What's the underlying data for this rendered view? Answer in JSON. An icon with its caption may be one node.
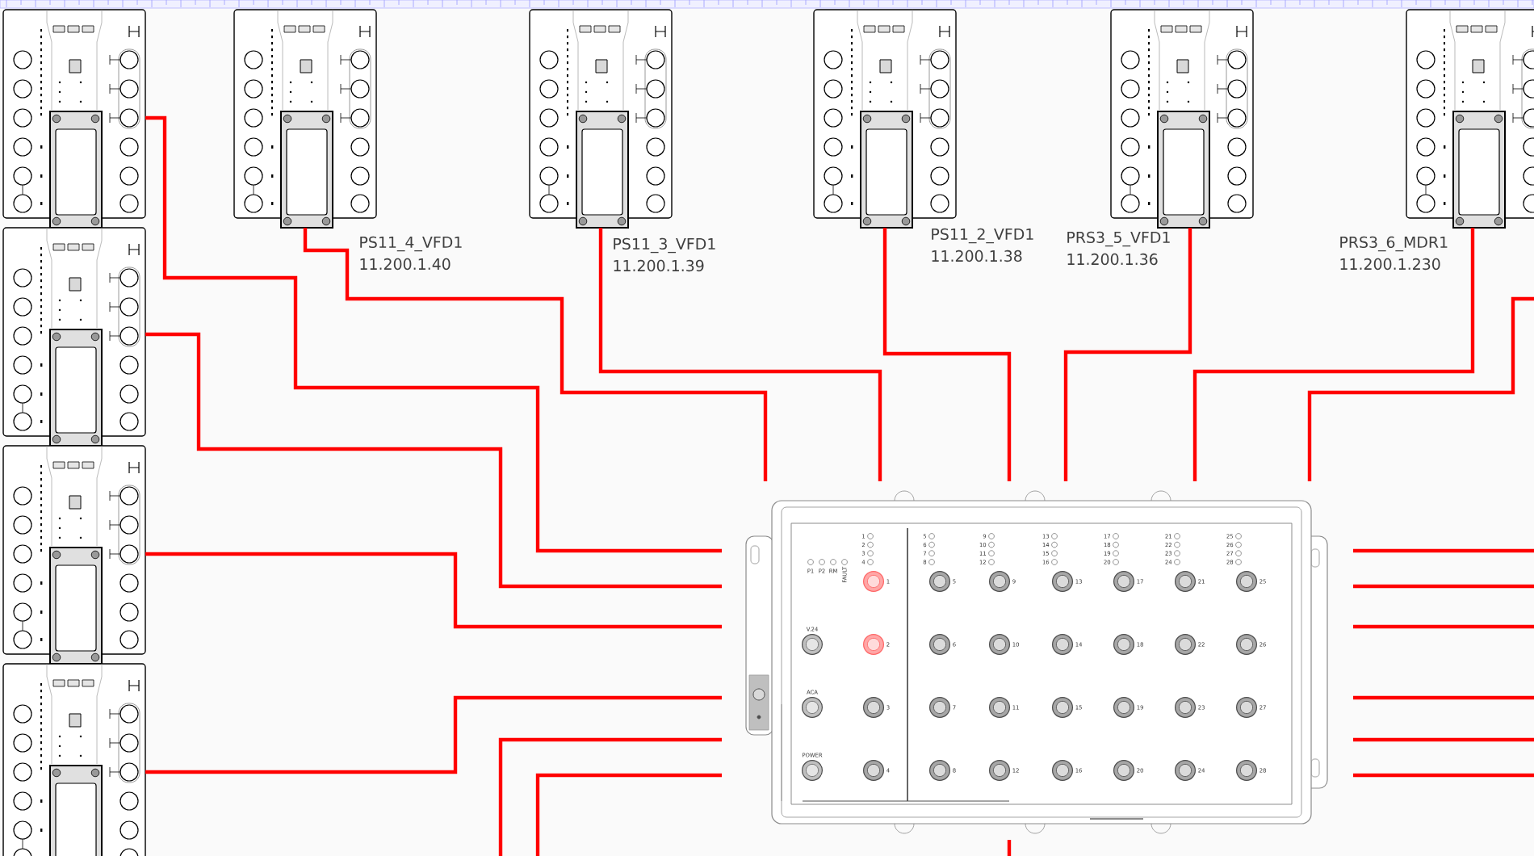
{
  "diagram": {
    "nodes": [
      {
        "text": [],
        "shape": "picture"
      },
      {
        "text": [],
        "shape": "picture",
        "beside": [
          "PS11_4_VFD1",
          "11.200.1.40"
        ]
      },
      {
        "text": [],
        "shape": "picture",
        "beside": [
          "PS11_3_VFD1",
          "11.200.1.39"
        ]
      },
      {
        "text": [],
        "shape": "picture",
        "beside": [
          "PS11_2_VFD1",
          "11.200.1.38"
        ]
      },
      {
        "text": [],
        "shape": "picture",
        "beside": [
          "PRS3_5_VFD1",
          "11.200.1.36"
        ]
      },
      {
        "text": [],
        "shape": "picture",
        "beside": [
          "PRS3_6_MDR1",
          "11.200.1.230"
        ]
      },
      {
        "text": [],
        "shape": "picture"
      },
      {
        "text": [],
        "shape": "picture"
      },
      {
        "text": [],
        "shape": "picture"
      },
      {
        "text": [],
        "shape": "picture"
      }
    ],
    "edges": [
      {
        "from": 1,
        "to": 9,
        "arrow": "none"
      },
      {
        "from": 2,
        "to": 9,
        "arrow": "none"
      },
      {
        "from": 3,
        "to": 9,
        "arrow": "none"
      },
      {
        "from": 4,
        "to": 9,
        "arrow": "none"
      },
      {
        "from": 5,
        "to": 9,
        "arrow": "none"
      },
      {
        "from": null,
        "to": 9,
        "arrow": "none"
      },
      {
        "from": 0,
        "to": 9,
        "arrow": "none"
      },
      {
        "from": 6,
        "to": 9,
        "arrow": "none"
      },
      {
        "from": 7,
        "to": 9,
        "arrow": "none"
      },
      {
        "from": 8,
        "to": 9,
        "arrow": "none"
      },
      {
        "from": null,
        "to": 9,
        "arrow": "none"
      },
      {
        "from": null,
        "to": 9,
        "arrow": "none"
      },
      {
        "from": 9,
        "to": null,
        "arrow": "none"
      },
      {
        "from": 9,
        "to": null,
        "arrow": "none"
      },
      {
        "from": 9,
        "to": null,
        "arrow": "none"
      },
      {
        "from": 9,
        "to": null,
        "arrow": "none"
      },
      {
        "from": 9,
        "to": null,
        "arrow": "none"
      },
      {
        "from": 9,
        "to": null,
        "arrow": "none"
      },
      {
        "from": 9,
        "to": null,
        "arrow": "none"
      }
    ],
    "labels": [
      "1",
      "2",
      "3",
      "4",
      "5",
      "6",
      "7",
      "8",
      "9",
      "10",
      "11",
      "12",
      "13",
      "14",
      "15",
      "16",
      "17",
      "18",
      "19",
      "20",
      "21",
      "22",
      "23",
      "24",
      "25",
      "26",
      "27",
      "28",
      "P1",
      "P2",
      "RM",
      "FAULT",
      "1",
      "2",
      "3",
      "4",
      "5",
      "6",
      "7",
      "8",
      "9",
      "10",
      "11",
      "12",
      "13",
      "14",
      "15",
      "16",
      "17",
      "18",
      "19",
      "20",
      "21",
      "22",
      "23",
      "24",
      "25",
      "26",
      "27",
      "28",
      "V.24",
      "ACA",
      "POWER"
    ]
  }
}
